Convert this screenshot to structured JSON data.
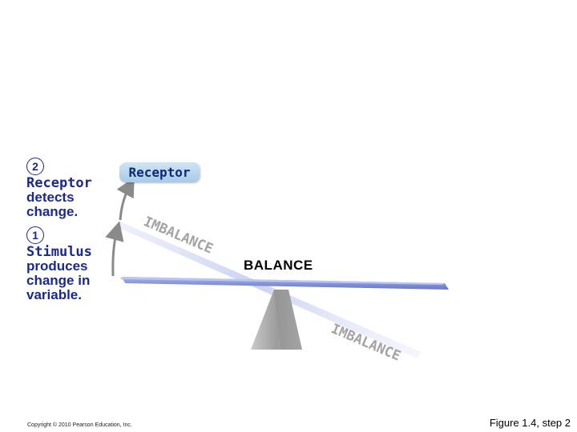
{
  "steps": [
    {
      "number": "2",
      "heading": "Receptor",
      "lines": "detects\nchange."
    },
    {
      "number": "1",
      "heading": "Stimulus",
      "lines": "produces\nchange in\nvariable."
    }
  ],
  "receptor_label": "Receptor",
  "imbalance_top": "IMBALANCE",
  "imbalance_bottom": "IMBALANCE",
  "balance_label": "BALANCE",
  "copyright": "Copyright © 2010 Pearson Education, Inc.",
  "figure_label": "Figure 1.4, step 2",
  "colors": {
    "text_blue": "#1a2a8c",
    "beam_blue": "#7f8fd8",
    "faded_beam": "#c7cdf0",
    "fulcrum": "#a9a9a9",
    "arrow_gray": "#8a8a8a"
  }
}
